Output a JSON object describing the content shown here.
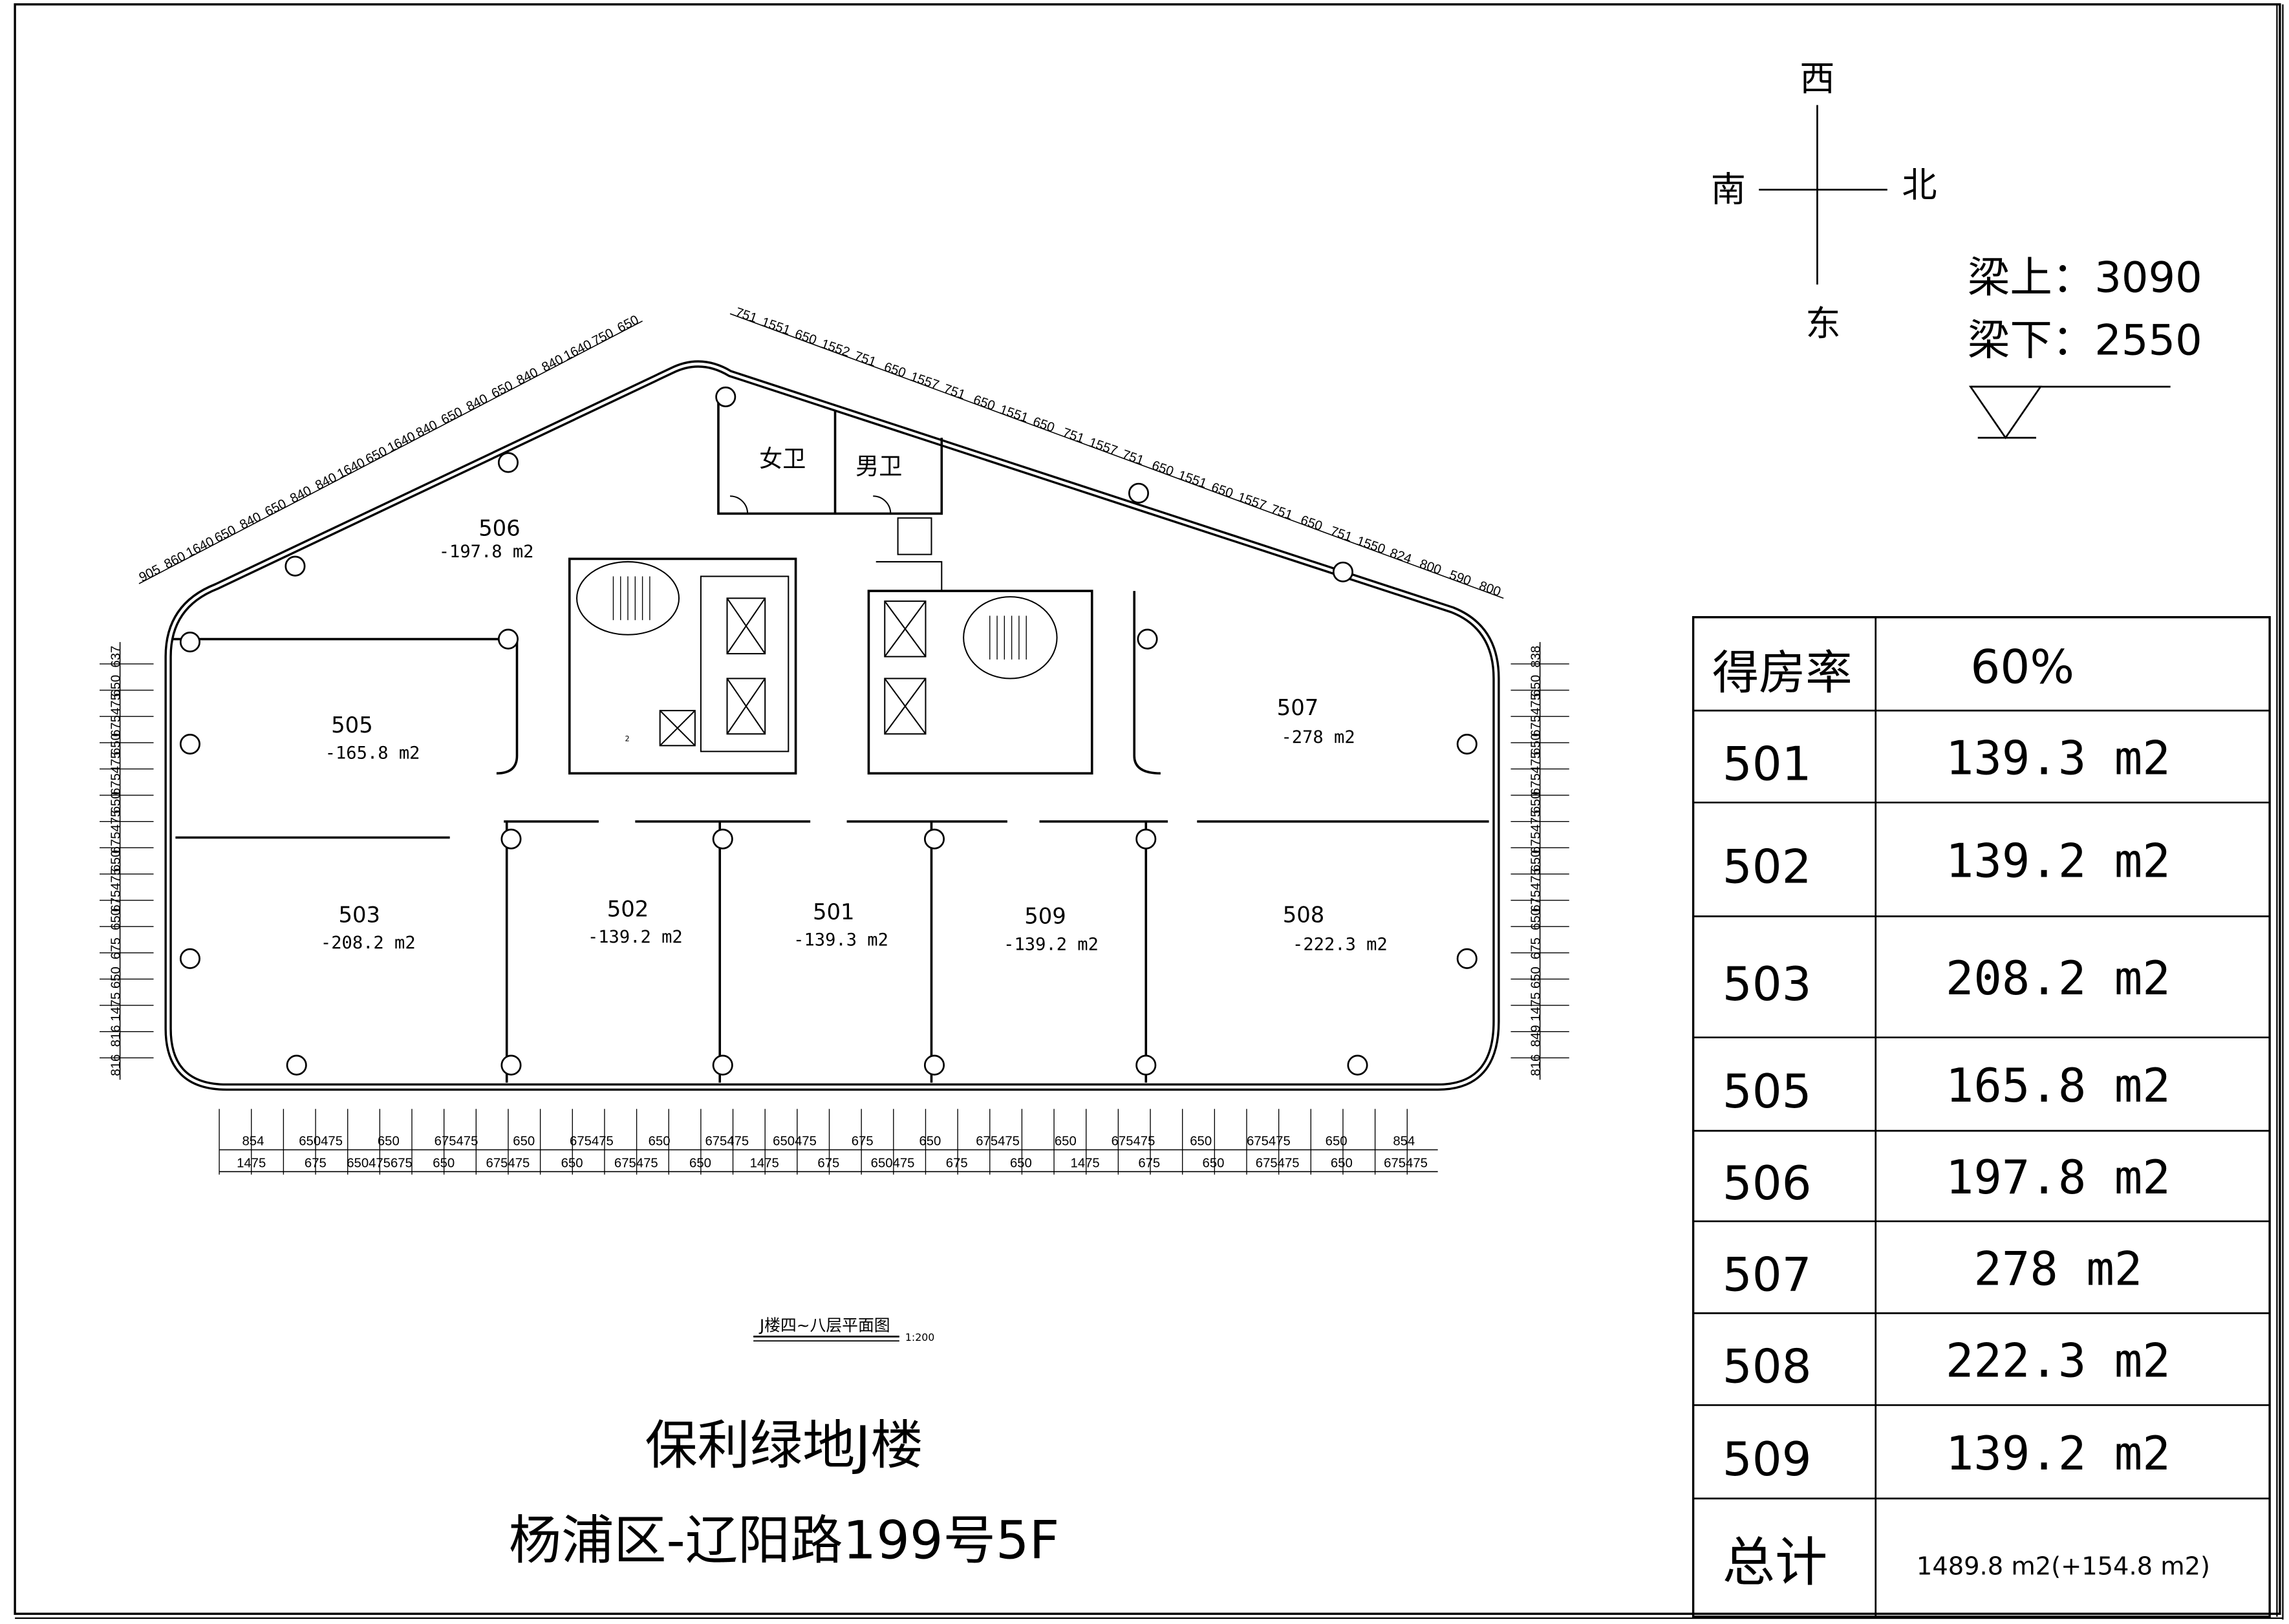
{
  "compass": {
    "top": "西",
    "left": "南",
    "right": "北",
    "bottom": "东"
  },
  "beam": {
    "above": "梁上：3090",
    "below": "梁下：2550"
  },
  "rooms": [
    {
      "no": "506",
      "area": "-197.8 m2"
    },
    {
      "no": "505",
      "area": "-165.8 m2"
    },
    {
      "no": "507",
      "area": "-278 m2"
    },
    {
      "no": "503",
      "area": "-208.2 m2"
    },
    {
      "no": "502",
      "area": "-139.2 m2"
    },
    {
      "no": "501",
      "area": "-139.3 m2"
    },
    {
      "no": "509",
      "area": "-139.2 m2"
    },
    {
      "no": "508",
      "area": "-222.3 m2"
    }
  ],
  "restrooms": {
    "female": "女卫",
    "male": "男卫"
  },
  "core_label": "2",
  "drawing_title": "J楼四~八层平面图",
  "scale": "1:200",
  "building_title": "保利绿地J楼",
  "address": "杨浦区-辽阳路199号5F",
  "table": {
    "ratio_label": "得房率",
    "ratio_value": "60%",
    "rows": [
      {
        "unit": "501",
        "area": "139.3 m2"
      },
      {
        "unit": "502",
        "area": "139.2 m2"
      },
      {
        "unit": "503",
        "area": "208.2 m2"
      },
      {
        "unit": "505",
        "area": "165.8 m2"
      },
      {
        "unit": "506",
        "area": "197.8 m2"
      },
      {
        "unit": "507",
        "area": "278 m2"
      },
      {
        "unit": "508",
        "area": "222.3 m2"
      },
      {
        "unit": "509",
        "area": "139.2 m2"
      }
    ],
    "total_label": "总计",
    "total_value": "1489.8 m2(+154.8 m2)"
  },
  "dimensions": {
    "bottom_upper": [
      "854",
      "650475",
      "650",
      "675475",
      "650",
      "675475",
      "650",
      "675475",
      "650475",
      "675",
      "650",
      "675475",
      "650",
      "675475",
      "650",
      "675475",
      "650",
      "854"
    ],
    "bottom_lower": [
      "1475",
      "675",
      "650475675",
      "650",
      "675475",
      "650",
      "675475",
      "650",
      "1475",
      "675",
      "650475",
      "675",
      "650",
      "1475",
      "675",
      "650",
      "675475",
      "650",
      "675475"
    ],
    "left": [
      "637",
      "650",
      "675475",
      "650",
      "675475",
      "650",
      "675475",
      "650",
      "675475",
      "650",
      "675",
      "650",
      "1475",
      "816",
      "816"
    ],
    "right": [
      "838",
      "650",
      "675475",
      "650",
      "675475",
      "650",
      "675475",
      "650",
      "675475",
      "650",
      "675",
      "650",
      "1475",
      "849",
      "816"
    ],
    "top_left": [
      "905",
      "860",
      "1640",
      "650",
      "840",
      "650",
      "840",
      "840",
      "1640",
      "650",
      "1640",
      "840",
      "650",
      "840",
      "650",
      "840",
      "840",
      "1640",
      "750",
      "650"
    ],
    "top_right": [
      "751",
      "1551",
      "650",
      "1552",
      "751",
      "650",
      "1557",
      "751",
      "650",
      "1551",
      "650",
      "751",
      "1557",
      "751",
      "650",
      "1551",
      "650",
      "1557",
      "751",
      "650",
      "751",
      "1550",
      "824",
      "800",
      "590",
      "800"
    ]
  }
}
